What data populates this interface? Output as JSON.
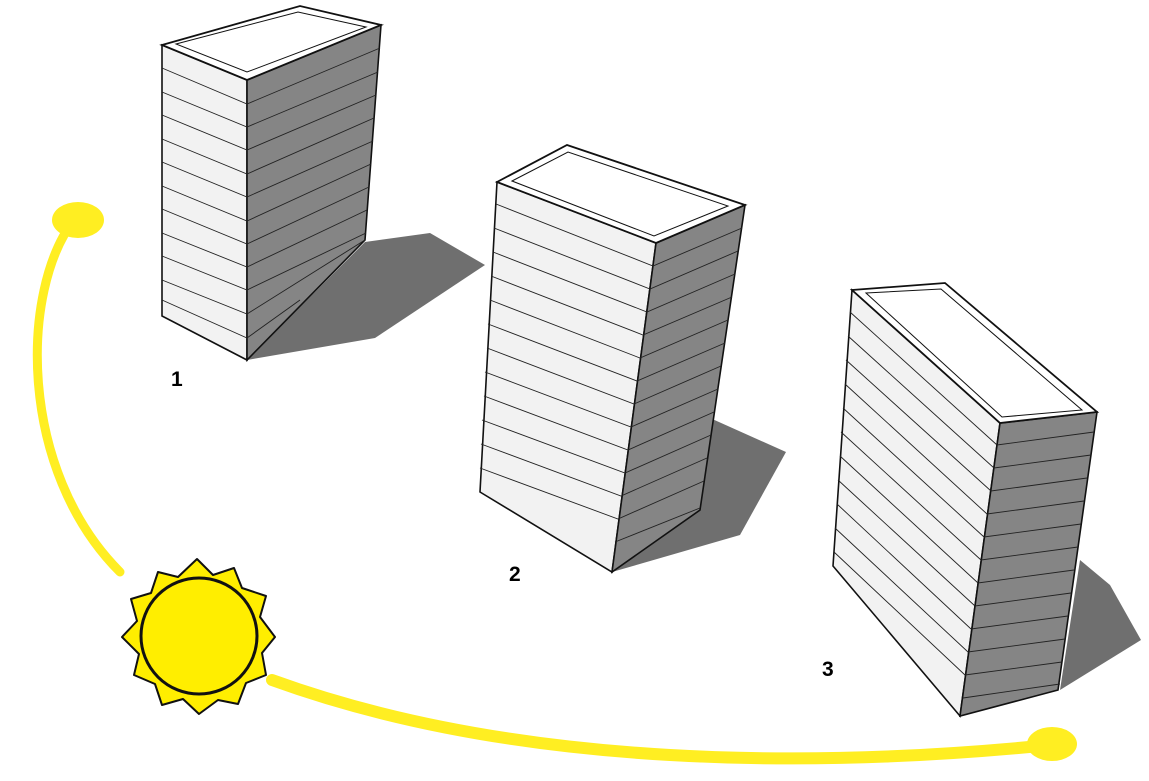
{
  "diagram": {
    "buildings": [
      {
        "id": "building-1",
        "label": "1"
      },
      {
        "id": "building-2",
        "label": "2"
      },
      {
        "id": "building-3",
        "label": "3"
      }
    ],
    "sun_path": {
      "icon": "sun-icon"
    },
    "colors": {
      "sun": "#ffee00",
      "sun_outline": "#111111",
      "path": "#ffee22",
      "shadow": "#6f6f6f",
      "shaded_wall": "#858585",
      "lit_wall": "#f2f2f2",
      "roof": "#ffffff",
      "stroke": "#111111"
    }
  }
}
